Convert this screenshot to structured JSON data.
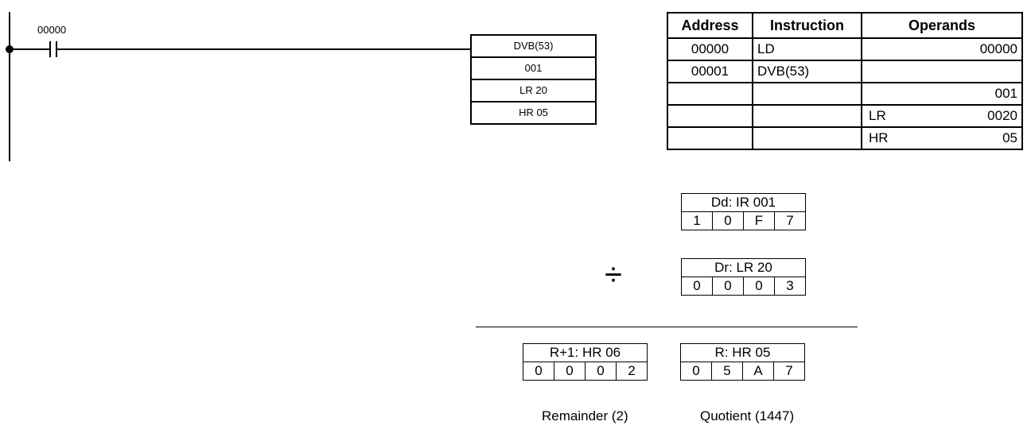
{
  "ladder": {
    "contact_address": "00000",
    "instruction_block": [
      "DVB(53)",
      "001",
      "LR 20",
      "HR 05"
    ]
  },
  "mnemonic_table": {
    "headers": [
      "Address",
      "Instruction",
      "Operands"
    ],
    "rows": [
      {
        "address": "00000",
        "instruction": "LD",
        "operand_area": "",
        "operand_value": "00000"
      },
      {
        "address": "00001",
        "instruction": "DVB(53)",
        "operand_area": "",
        "operand_value": ""
      },
      {
        "address": "",
        "instruction": "",
        "operand_area": "",
        "operand_value": "001"
      },
      {
        "address": "",
        "instruction": "",
        "operand_area": "LR",
        "operand_value": "0020"
      },
      {
        "address": "",
        "instruction": "",
        "operand_area": "HR",
        "operand_value": "05"
      }
    ]
  },
  "division": {
    "dividend": {
      "label": "Dd: IR 001",
      "digits": [
        "1",
        "0",
        "F",
        "7"
      ]
    },
    "operator": "÷",
    "divisor": {
      "label": "Dr: LR 20",
      "digits": [
        "0",
        "0",
        "0",
        "3"
      ]
    },
    "remainder_word": {
      "label": "R+1: HR 06",
      "digits": [
        "0",
        "0",
        "0",
        "2"
      ]
    },
    "quotient_word": {
      "label": "R: HR 05",
      "digits": [
        "0",
        "5",
        "A",
        "7"
      ]
    },
    "remainder_caption": "Remainder (2)",
    "quotient_caption": "Quotient (1447)"
  }
}
